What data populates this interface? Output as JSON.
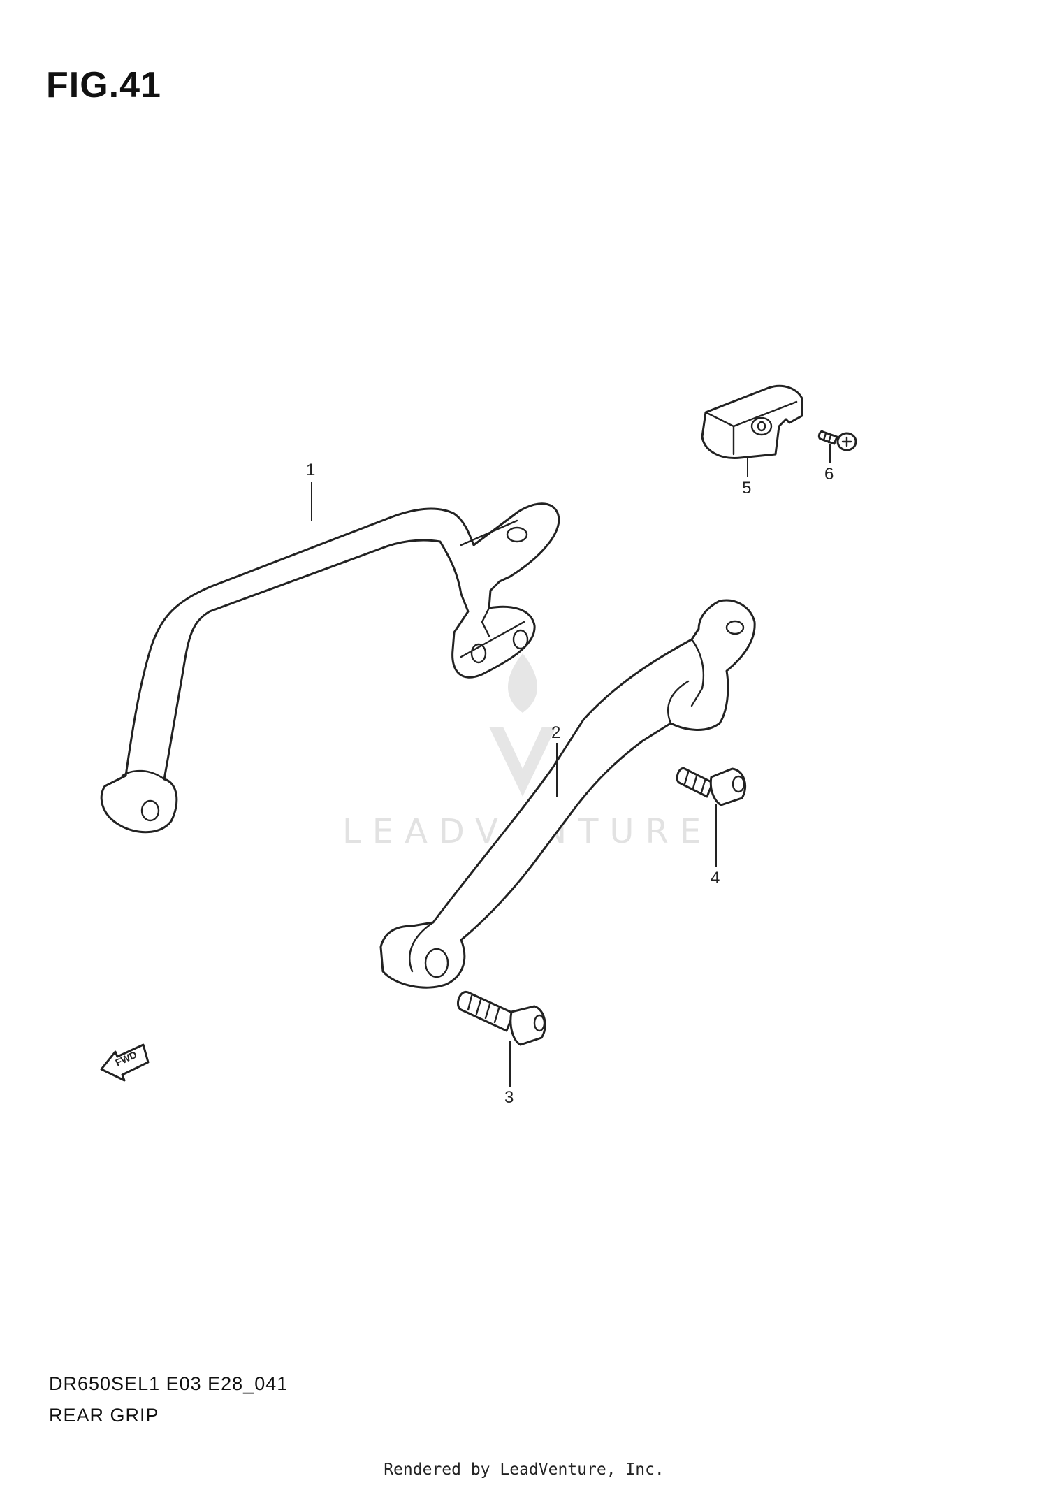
{
  "figure": {
    "title": "FIG.41"
  },
  "callouts": [
    "1",
    "2",
    "3",
    "4",
    "5",
    "6"
  ],
  "direction_marker": {
    "label": "FWD",
    "icon": "fwd-arrow-icon"
  },
  "watermark": {
    "text": "LEADVENTURE",
    "icon": "leadventure-logo"
  },
  "footer": {
    "model_code": "DR650SEL1 E03 E28_041",
    "part_name": "REAR GRIP"
  },
  "attribution": "Rendered by LeadVenture, Inc.",
  "colors": {
    "line": "#222222",
    "watermark": "#e2e2e2"
  }
}
